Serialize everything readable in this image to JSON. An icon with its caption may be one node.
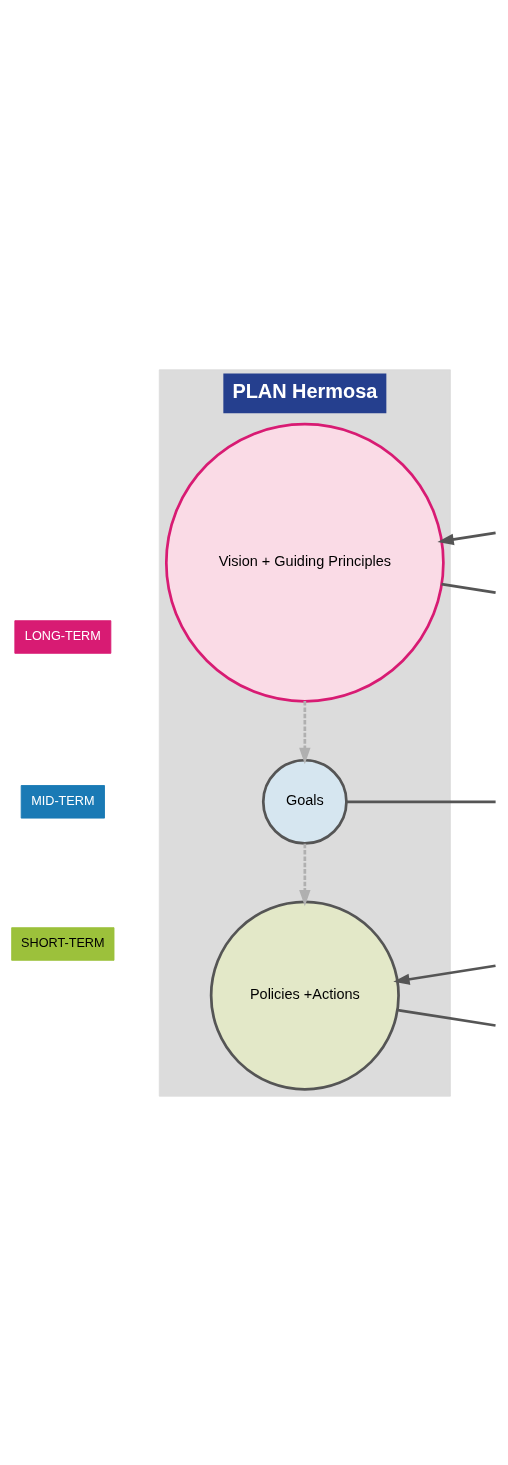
{
  "diagram": {
    "nodes": [
      {
        "text": [
          "PLAN Hermosa"
        ]
      },
      {
        "text": [
          "Vision + Guiding Principles"
        ],
        "in": 0
      },
      {
        "text": [
          "Goals"
        ],
        "in": 0
      },
      {
        "text": [
          "Policies +Actions"
        ],
        "in": 0
      },
      {
        "text": [
          "LONG-TERM"
        ]
      },
      {
        "text": [
          "MID-TERM"
        ]
      },
      {
        "text": [
          "SHORT-TERM"
        ]
      }
    ],
    "edges": [
      {
        "from": 1,
        "to": null,
        "arrow": "none"
      },
      {
        "from": null,
        "to": 1,
        "arrow": "to"
      },
      {
        "from": 1,
        "to": 2,
        "arrow": "to",
        "style": "dashed",
        "color": "#b0b0b0"
      },
      {
        "from": 2,
        "to": null,
        "arrow": "none"
      },
      {
        "from": 2,
        "to": 3,
        "arrow": "to",
        "style": "dashed",
        "color": "#b0b0b0"
      },
      {
        "from": 3,
        "to": null,
        "arrow": "none"
      },
      {
        "from": null,
        "to": 3,
        "arrow": "to"
      }
    ]
  }
}
